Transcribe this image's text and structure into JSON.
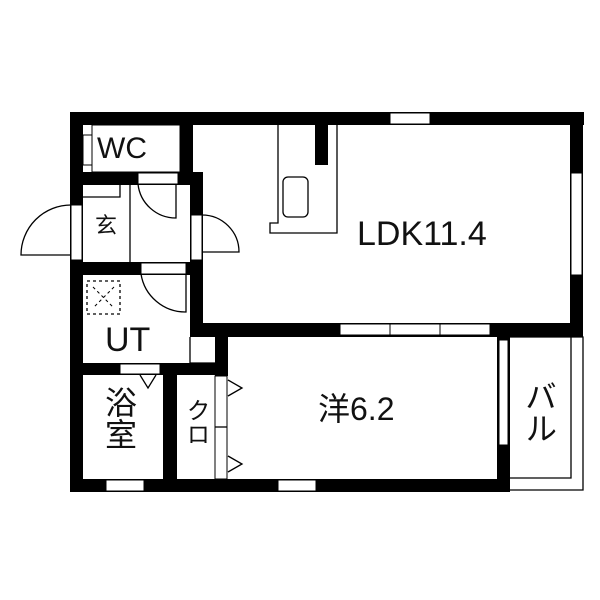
{
  "rooms": {
    "wc": "WC",
    "entrance": "玄",
    "utility": "UT",
    "bath": "浴室",
    "closet": "クロ",
    "ldk": "LDK11.4",
    "western_room": "洋6.2",
    "balcony": "バル"
  },
  "colors": {
    "wall": "#000000",
    "background": "#ffffff"
  }
}
